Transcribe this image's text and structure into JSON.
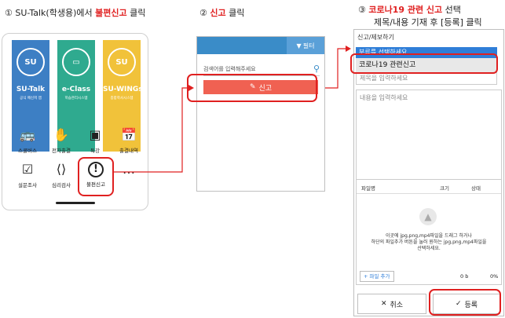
{
  "steps": {
    "s1": {
      "pre": "① SU-Talk(학생용)에서 ",
      "hl": "불편신고",
      "post": " 클릭"
    },
    "s2": {
      "pre": "② ",
      "hl": "신고",
      "post": " 클릭"
    },
    "s3": {
      "pre": "③ ",
      "hl": "코로나19 관련 신고",
      "post": " 선택",
      "line2": "제목/내용 기재 후 [등록] 클릭"
    }
  },
  "phone": {
    "tiles": [
      {
        "name": "SU-Talk",
        "sub": "공식 메신저 앱",
        "icon": "SU",
        "color": "#3d7fc4"
      },
      {
        "name": "e-Class",
        "sub": "학습관리시스템",
        "icon": "▭",
        "color": "#2faa8f"
      },
      {
        "name": "SU-WINGs",
        "sub": "종합학사시스템",
        "icon": "SU",
        "color": "#f1c23a"
      }
    ],
    "grid": [
      {
        "label": "스쿨버스",
        "icon": "🚌"
      },
      {
        "label": "전자출결",
        "icon": "✋"
      },
      {
        "label": "특강",
        "icon": "▣"
      },
      {
        "label": "출결내역",
        "icon": "📅"
      },
      {
        "label": "설문조사",
        "icon": "☑"
      },
      {
        "label": "심리검사",
        "icon": "⟨⟩"
      },
      {
        "label": "불편신고",
        "icon": "!"
      },
      {
        "label": "",
        "icon": "…"
      }
    ]
  },
  "panel2": {
    "filter_label": "필터",
    "search_placeholder": "검색어를 입력해주세요",
    "report_button": "신고"
  },
  "panel3": {
    "title": "신고/제보하기",
    "select_value": "분류를 선택하세요",
    "option_selected": "코로나19 관련신고",
    "subject_placeholder": "제목을 입력하세요",
    "content_placeholder": "내용을 입력하세요",
    "file_headers": {
      "name": "파일명",
      "size": "크기",
      "status": "상태"
    },
    "drop_text_1": "이곳에 jpg,png,mp4파일을 드래그 하거나",
    "drop_text_2": "하단의 파일추가 버튼을 눌러 원하는 jpg,png,mp4파일을",
    "drop_text_3": "선택하세요.",
    "add_file": "+ 파일 추가",
    "size_total": "0 b",
    "percent": "0%",
    "cancel": "취소",
    "submit": "등록"
  },
  "colors": {
    "accent_red": "#e02020",
    "blue": "#3a8cc8",
    "report_red": "#f06152"
  }
}
